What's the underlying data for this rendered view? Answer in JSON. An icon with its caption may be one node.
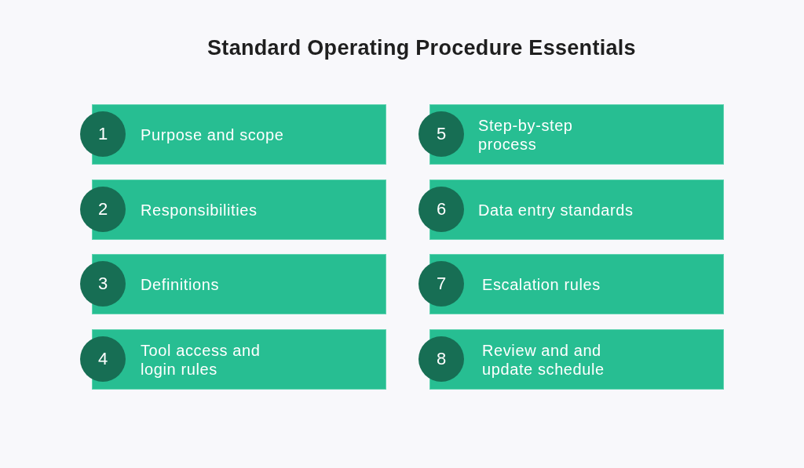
{
  "diagram": {
    "title": "Standard Operating Procedure Essentials",
    "nodes": [
      {
        "text": [
          "1"
        ]
      },
      {
        "text": [
          "Purpose and scope"
        ]
      },
      {
        "text": [
          "2"
        ]
      },
      {
        "text": [
          "Responsibilities"
        ]
      },
      {
        "text": [
          "3"
        ]
      },
      {
        "text": [
          "Definitions"
        ]
      },
      {
        "text": [
          "4"
        ]
      },
      {
        "text": [
          "Tool access and login rules"
        ]
      },
      {
        "text": [
          "5"
        ]
      },
      {
        "text": [
          "Step-by-step process"
        ]
      },
      {
        "text": [
          "6"
        ]
      },
      {
        "text": [
          "Data entry standards"
        ]
      },
      {
        "text": [
          "7"
        ]
      },
      {
        "text": [
          "Escalation rules"
        ]
      },
      {
        "text": [
          "8"
        ]
      },
      {
        "text": [
          "Review and and update schedule"
        ]
      }
    ]
  }
}
